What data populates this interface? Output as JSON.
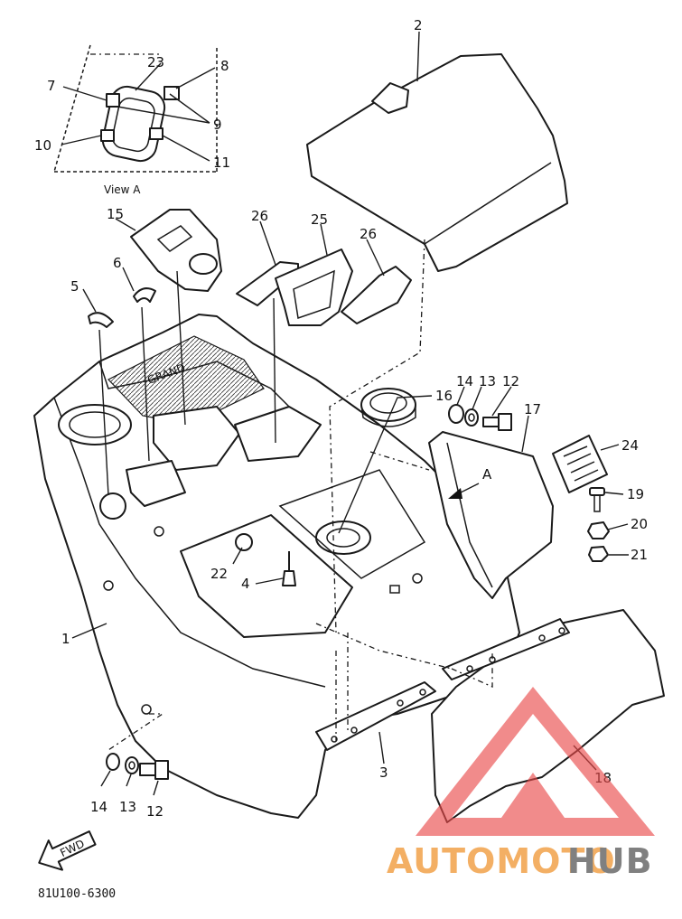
{
  "diagram": {
    "callouts": [
      "1",
      "2",
      "3",
      "4",
      "5",
      "6",
      "7",
      "8",
      "9",
      "10",
      "11",
      "12",
      "13",
      "14",
      "15",
      "16",
      "17",
      "18",
      "19",
      "20",
      "21",
      "22",
      "23",
      "24",
      "25",
      "26"
    ],
    "view_caption": "View A",
    "arrow_label": "A",
    "part_code": "81U100-6300",
    "fwd_label": "FWD",
    "embossed_text": "GRAND"
  },
  "watermark": {
    "brand_a": "AUTOMOTO",
    "brand_b": "HUB",
    "color_a": "#f2a24a",
    "color_b": "#6b6b6b",
    "triangle_color": "#e94a4a"
  }
}
